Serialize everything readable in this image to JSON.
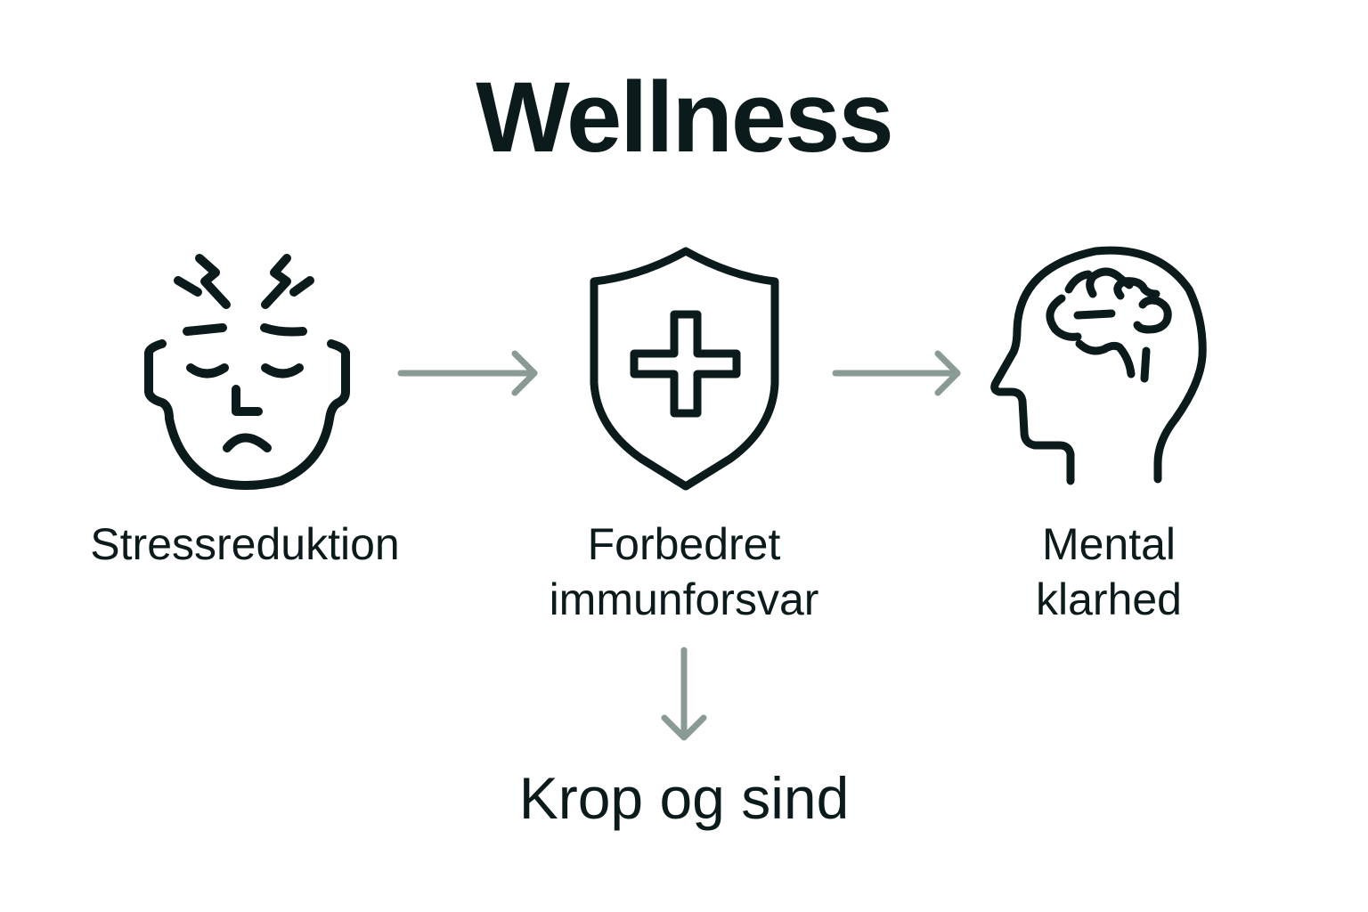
{
  "title": "Wellness",
  "colors": {
    "text": "#0b1a1a",
    "arrow": "#8a9b96",
    "background": "#ffffff"
  },
  "nodes": [
    {
      "id": "stress",
      "icon": "stressed-face-icon",
      "label": "Stressreduktion"
    },
    {
      "id": "immune",
      "icon": "shield-plus-icon",
      "label_line1": "Forbedret",
      "label_line2": "immunforsvar"
    },
    {
      "id": "mental",
      "icon": "head-brain-icon",
      "label_line1": "Mental",
      "label_line2": "klarhed"
    }
  ],
  "edges": [
    {
      "from": "stress",
      "to": "immune",
      "direction": "right"
    },
    {
      "from": "immune",
      "to": "mental",
      "direction": "right"
    },
    {
      "from": "immune",
      "to": "result",
      "direction": "down"
    }
  ],
  "result": {
    "label": "Krop og sind"
  }
}
